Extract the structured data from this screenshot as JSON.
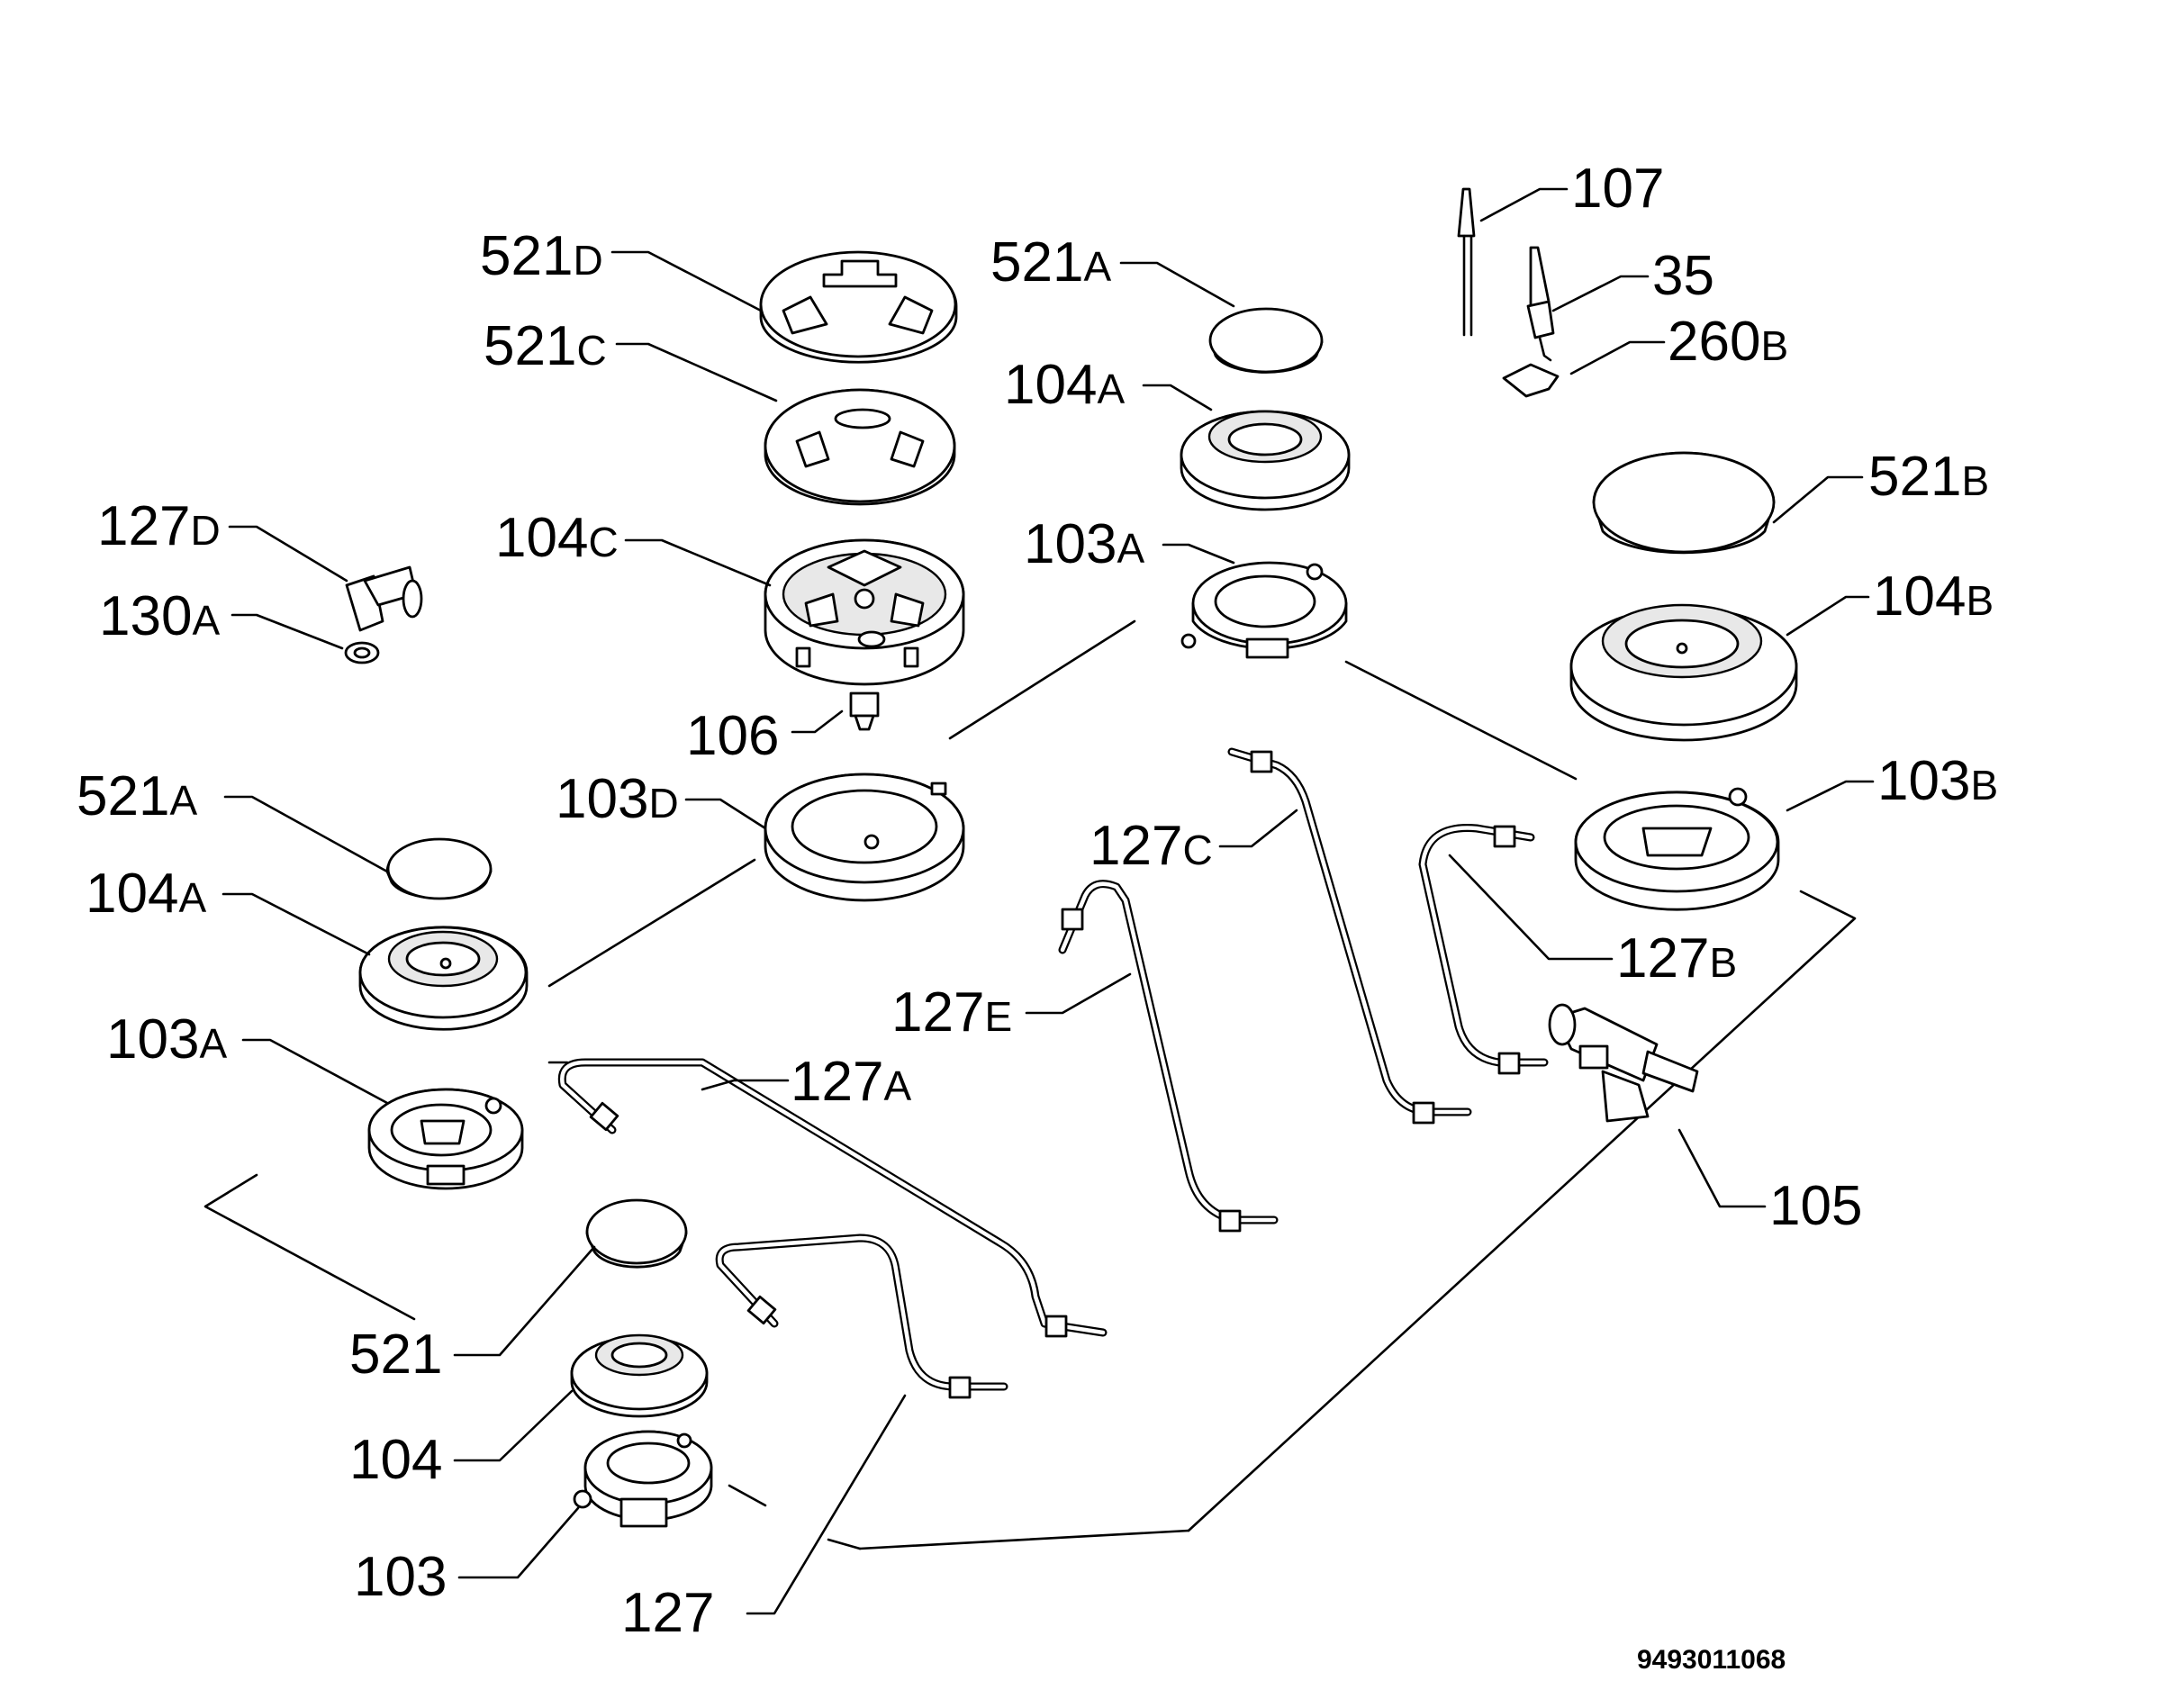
{
  "labels": {
    "p521d": {
      "num": "521",
      "suf": "D"
    },
    "p521c": {
      "num": "521",
      "suf": "C"
    },
    "p127d": {
      "num": "127",
      "suf": "D"
    },
    "p130a": {
      "num": "130",
      "suf": "A"
    },
    "p104c": {
      "num": "104",
      "suf": "C"
    },
    "p106": {
      "num": "106",
      "suf": ""
    },
    "p103d": {
      "num": "103",
      "suf": "D"
    },
    "p521a_l": {
      "num": "521",
      "suf": "A"
    },
    "p104a_l": {
      "num": "104",
      "suf": "A"
    },
    "p103a_l": {
      "num": "103",
      "suf": "A"
    },
    "p521": {
      "num": "521",
      "suf": ""
    },
    "p104": {
      "num": "104",
      "suf": ""
    },
    "p103": {
      "num": "103",
      "suf": ""
    },
    "p127": {
      "num": "127",
      "suf": ""
    },
    "p127a": {
      "num": "127",
      "suf": "A"
    },
    "p127e": {
      "num": "127",
      "suf": "E"
    },
    "p127c": {
      "num": "127",
      "suf": "C"
    },
    "p521a_r": {
      "num": "521",
      "suf": "A"
    },
    "p104a_r": {
      "num": "104",
      "suf": "A"
    },
    "p103a_r": {
      "num": "103",
      "suf": "A"
    },
    "p107": {
      "num": "107",
      "suf": ""
    },
    "p35": {
      "num": "35",
      "suf": ""
    },
    "p260b": {
      "num": "260",
      "suf": "B"
    },
    "p521b": {
      "num": "521",
      "suf": "B"
    },
    "p104b": {
      "num": "104",
      "suf": "B"
    },
    "p103b": {
      "num": "103",
      "suf": "B"
    },
    "p127b": {
      "num": "127",
      "suf": "B"
    },
    "p105": {
      "num": "105",
      "suf": ""
    }
  },
  "document_number": "9493011068"
}
